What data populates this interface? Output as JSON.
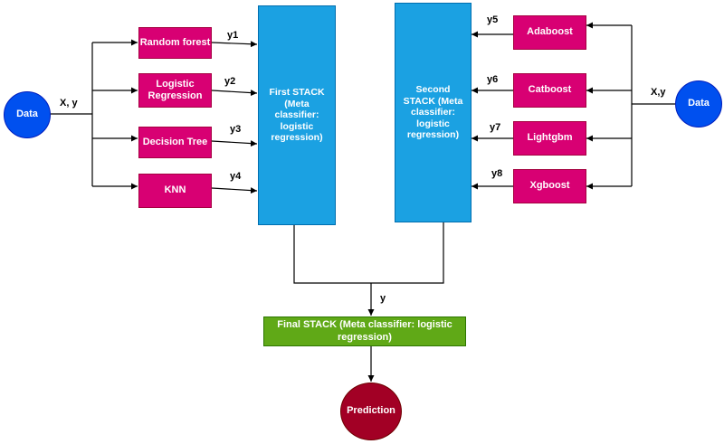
{
  "colors": {
    "model": "#d80073",
    "stack": "#1ba1e2",
    "final": "#60a917",
    "data": "#0050ef",
    "prediction": "#a20025"
  },
  "inputs": {
    "left": {
      "node": "Data",
      "edge_label": "X, y"
    },
    "right": {
      "node": "Data",
      "edge_label": "X,y"
    }
  },
  "left_models": [
    {
      "name": "Random forest",
      "output": "y1"
    },
    {
      "name": "Logistic Regression",
      "output": "y2"
    },
    {
      "name": "Decision Tree",
      "output": "y3"
    },
    {
      "name": "KNN",
      "output": "y4"
    }
  ],
  "right_models": [
    {
      "name": "Adaboost",
      "output": "y5"
    },
    {
      "name": "Catboost",
      "output": "y6"
    },
    {
      "name": "Lightgbm",
      "output": "y7"
    },
    {
      "name": "Xgboost",
      "output": "y8"
    }
  ],
  "stacks": {
    "first": "First STACK (Meta classifier: logistic regression)",
    "second": "Second STACK (Meta classifier: logistic regression)"
  },
  "final_stack": {
    "label": "Final STACK (Meta classifier: logistic regression)",
    "input_label": "y"
  },
  "output": "Prediction"
}
